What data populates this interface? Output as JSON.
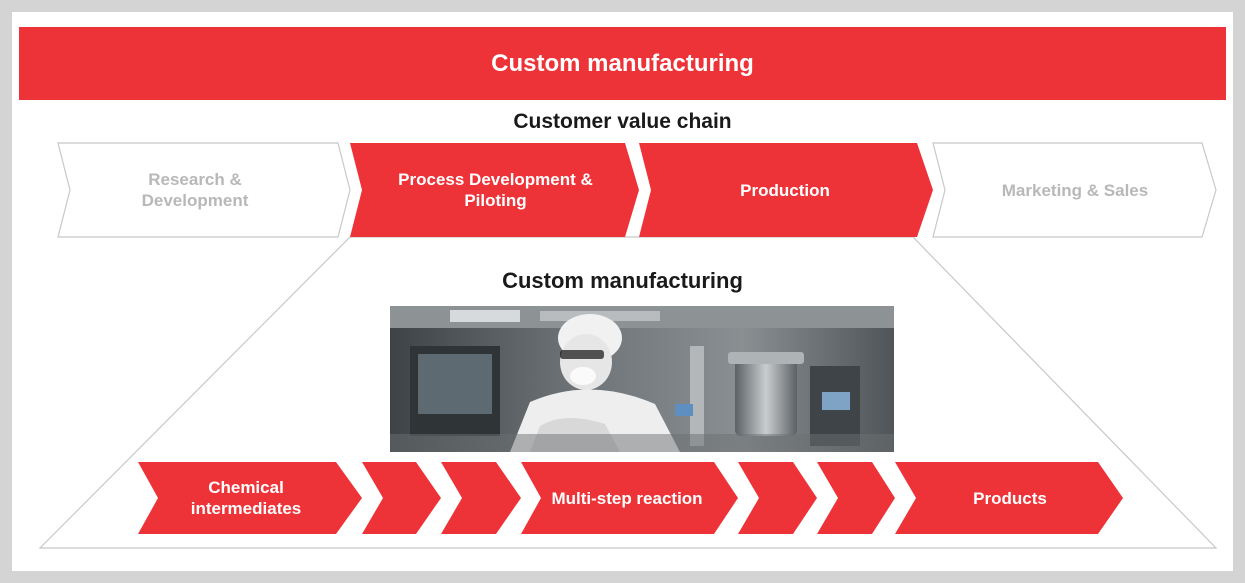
{
  "banner": {
    "title": "Custom manufacturing"
  },
  "value_chain": {
    "title": "Customer value chain",
    "steps": [
      {
        "label": "Research & Development",
        "highlighted": false
      },
      {
        "label": "Process Development & Piloting",
        "highlighted": true
      },
      {
        "label": "Production",
        "highlighted": true
      },
      {
        "label": "Marketing & Sales",
        "highlighted": false
      }
    ]
  },
  "detail": {
    "title": "Custom manufacturing",
    "photo": "cleanroom-worker-image",
    "process_steps": [
      {
        "label": "Chemical intermediates"
      },
      {
        "label": ""
      },
      {
        "label": ""
      },
      {
        "label": "Multi-step reaction"
      },
      {
        "label": ""
      },
      {
        "label": ""
      },
      {
        "label": "Products"
      }
    ]
  },
  "colors": {
    "accent": "#ee3338",
    "muted_text": "#b8b8b8",
    "outline": "#c8c8c8",
    "background": "#d4d4d4"
  }
}
